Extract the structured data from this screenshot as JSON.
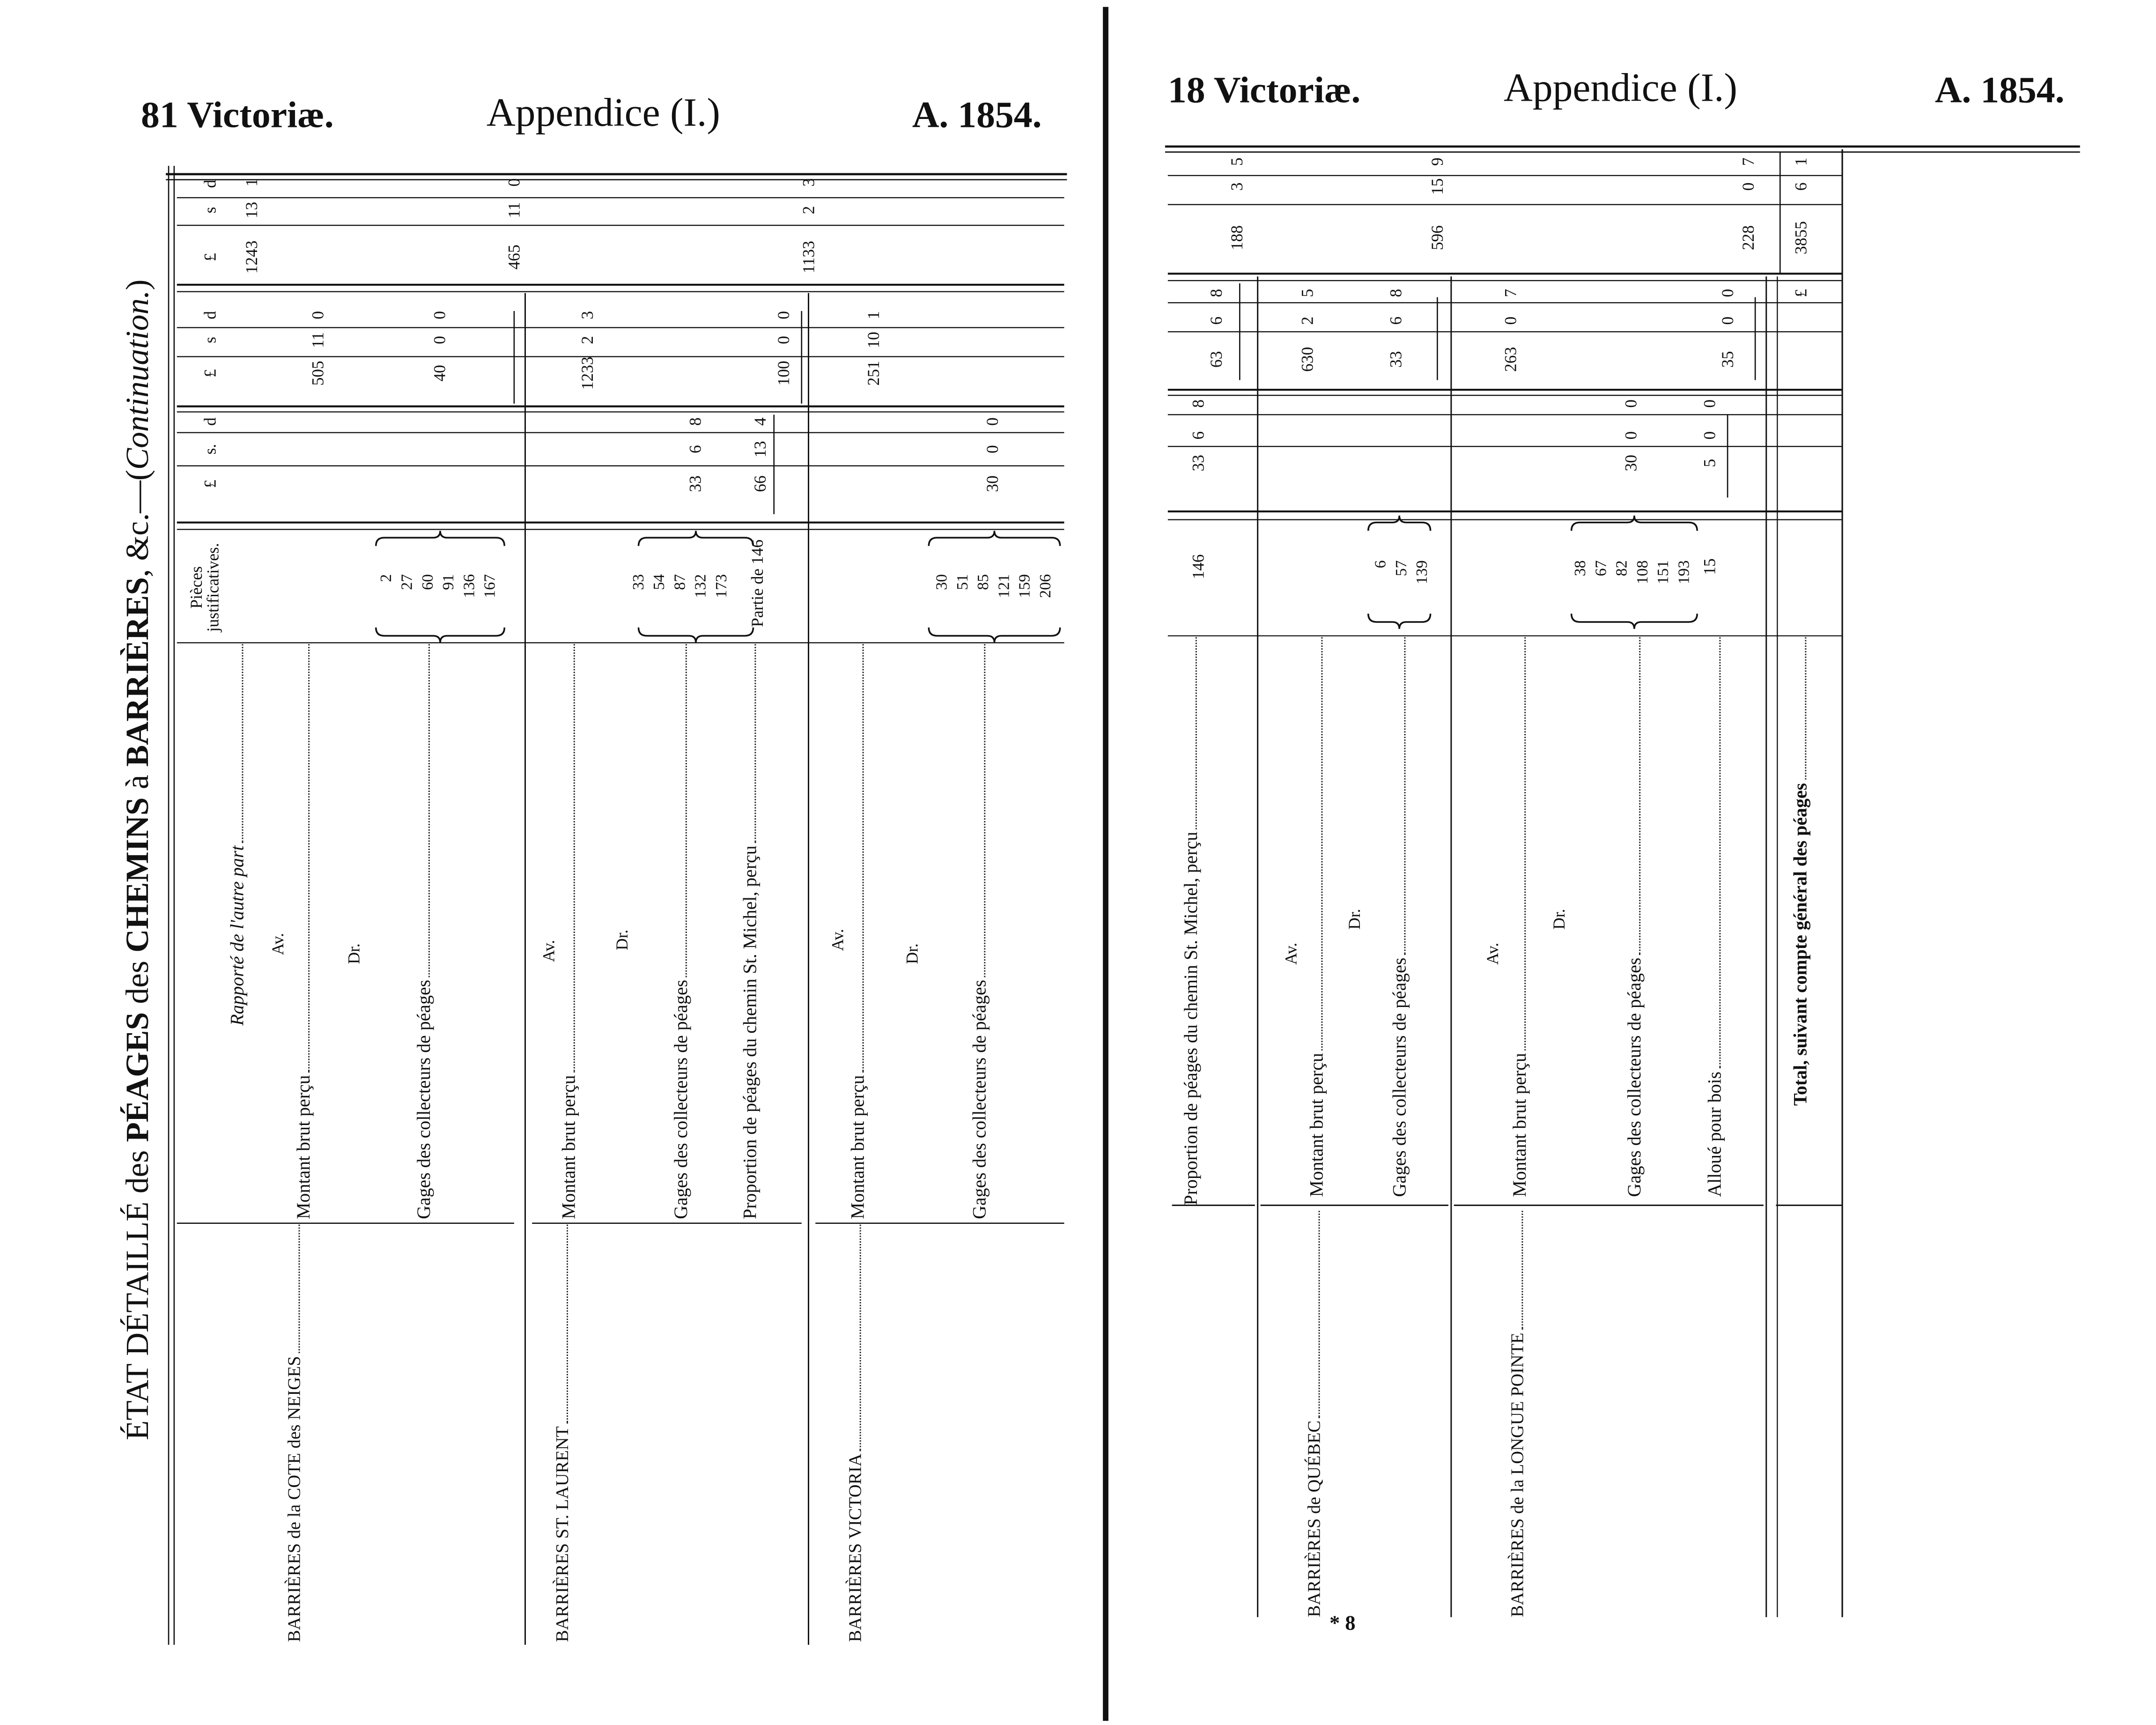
{
  "left_page": {
    "header": {
      "session": "81 Victoriæ.",
      "title": "Appendice (I.)",
      "year": "A. 1854."
    },
    "table_title": {
      "p1": "ÉTAT DÉTAILLÉ des ",
      "p2": "PÉAGES",
      "p3": " des ",
      "p4": "CHEMINS",
      "p5": " à ",
      "p6": "BARRIÈRES",
      "p7": ", &c.—(",
      "p8": "Continuation.",
      "p9": ")"
    },
    "col_headers": {
      "pieces_1": "Pièces",
      "pieces_2": "justificatives.",
      "pound": "£",
      "shilling": "s",
      "shilling_dot": "s.",
      "pence": "d"
    },
    "opening": {
      "label": "Rapporté de l'autre part",
      "total": {
        "l": "1243",
        "s": "13",
        "d": "1"
      }
    },
    "sections": [
      {
        "name": "BARRIÈRES de la COTE des NEIGES",
        "av": "Av.",
        "dr": "Dr.",
        "rows": [
          {
            "label": "Montant brut perçu",
            "amount": {
              "l": "505",
              "s": "11",
              "d": "0"
            }
          },
          {
            "label": "Gages des collecteurs de péages",
            "vouchers": [
              "2",
              "27",
              "60",
              "91",
              "136",
              "167"
            ],
            "amount": {
              "l": "40",
              "s": "0",
              "d": "0"
            }
          }
        ],
        "total": {
          "l": "465",
          "s": "11",
          "d": "0"
        }
      },
      {
        "name": "BARRIÈRES ST. LAURENT",
        "av": "Av.",
        "dr": "Dr.",
        "rows": [
          {
            "label": "Montant brut perçu",
            "amount": {
              "l": "1233",
              "s": "2",
              "d": "3"
            }
          },
          {
            "label": "Gages des collecteurs de péages",
            "vouchers": [
              "33",
              "54",
              "87",
              "132",
              "173"
            ],
            "amount": {
              "l": "33",
              "s": "6",
              "d": "8"
            }
          },
          {
            "label": "Proportion de péages du chemin St. Michel, perçu",
            "voucher": "Partie de 146",
            "amount": {
              "l": "66",
              "s": "13",
              "d": "4"
            }
          }
        ],
        "deductions": {
          "l": "100",
          "s": "0",
          "d": "0"
        },
        "total": {
          "l": "1133",
          "s": "2",
          "d": "3"
        }
      },
      {
        "name": "BARRIÈRES VICTORIA",
        "av": "Av.",
        "dr": "Dr.",
        "rows": [
          {
            "label": "Montant brut perçu",
            "amount": {
              "l": "251",
              "s": "10",
              "d": "1"
            }
          },
          {
            "label": "Gages des collecteurs de péages",
            "vouchers": [
              "30",
              "51",
              "85",
              "121",
              "159",
              "206"
            ],
            "amount": {
              "l": "30",
              "s": "0",
              "d": "0"
            }
          }
        ]
      }
    ]
  },
  "right_page": {
    "header": {
      "session": "18 Victoriæ.",
      "title": "Appendice (I.)",
      "year": "A. 1854."
    },
    "carry_row": {
      "label": "Proportion de péages du chemin St. Michel, perçu",
      "voucher": "146",
      "sub": {
        "l": "33",
        "s": "6",
        "d": "8"
      },
      "deduction": {
        "l": "63",
        "s": "6",
        "d": "8"
      },
      "total": {
        "l": "188",
        "s": "3",
        "d": "5"
      }
    },
    "sections": [
      {
        "name": "BARRIÈRES de QUÉBEC",
        "av": "Av.",
        "dr": "Dr.",
        "rows": [
          {
            "label": "Montant brut perçu",
            "amount": {
              "l": "630",
              "s": "2",
              "d": "5"
            }
          },
          {
            "label": "Gages des collecteurs de péages",
            "vouchers": [
              "6",
              "57",
              "139"
            ],
            "amount": {
              "l": "33",
              "s": "6",
              "d": "8"
            }
          }
        ],
        "total": {
          "l": "596",
          "s": "15",
          "d": "9"
        }
      },
      {
        "name": "BARRIÈRES de la LONGUE POINTE",
        "av": "Av.",
        "dr": "Dr.",
        "rows": [
          {
            "label": "Montant brut perçu",
            "amount": {
              "l": "263",
              "s": "0",
              "d": "7"
            }
          },
          {
            "label": "Gages des collecteurs de péages",
            "vouchers": [
              "38",
              "67",
              "82",
              "108",
              "151",
              "193"
            ],
            "amount": {
              "l": "30",
              "s": "0",
              "d": "0"
            }
          },
          {
            "label": "Alloué pour bois",
            "voucher": "15",
            "amount": {
              "l": "5",
              "s": "0",
              "d": "0"
            }
          }
        ],
        "deductions": {
          "l": "35",
          "s": "0",
          "d": "0"
        },
        "total": {
          "l": "228",
          "s": "0",
          "d": "7"
        }
      }
    ],
    "grand_total": {
      "label": "Total, suivant compte général des péages",
      "currency": "£",
      "total": {
        "l": "3855",
        "s": "6",
        "d": "1"
      }
    },
    "page_mark": "* 8"
  }
}
